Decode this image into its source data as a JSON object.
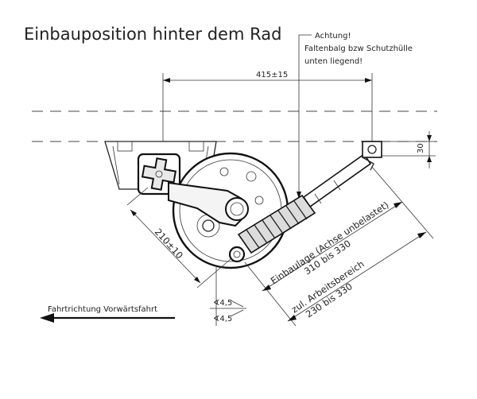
{
  "title": "Einbauposition hinter dem Rad",
  "note": {
    "line1": "Achtung!",
    "line2": "Faltenbalg bzw Schutzhülle",
    "line3": "unten liegend!"
  },
  "dimensions": {
    "horizontal_distance": "415±15",
    "vertical_offset": "30",
    "arm_length": "210±10",
    "installation_label": "Einbaulage (Achse unbelastet)",
    "installation_range": "310 bis 330",
    "working_label": "zul. Arbeitsbereich",
    "working_range": "230 bis 330",
    "angle_upper": "∢4,5",
    "angle_lower": "∢4,5"
  },
  "direction": {
    "label": "Fahrtrichtung Vorwärtsfahrt"
  }
}
